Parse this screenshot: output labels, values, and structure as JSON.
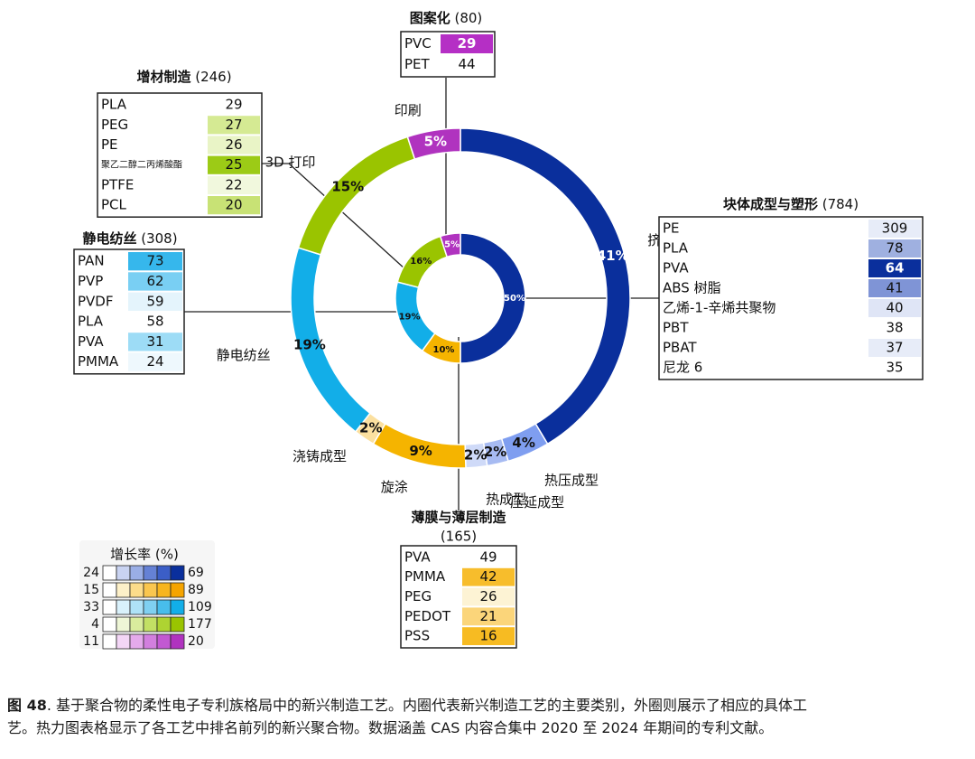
{
  "chart_data": {
    "type": "pie",
    "inner": [
      {
        "label": "块体成型与塑形",
        "value": 50,
        "pct": "50%",
        "color": "#0a2f9c"
      },
      {
        "label": "薄膜与薄层制造",
        "value": 10,
        "pct": "10%",
        "color": "#f5b400"
      },
      {
        "label": "静电纺丝",
        "value": 19,
        "pct": "19%",
        "color": "#12aee8"
      },
      {
        "label": "增材制造",
        "value": 16,
        "pct": "16%",
        "color": "#9ac400"
      },
      {
        "label": "图案化",
        "value": 5,
        "pct": "5%",
        "color": "#b033bf"
      }
    ],
    "outer": [
      {
        "label": "挤出成型",
        "value": 41,
        "pct": "41%",
        "color": "#0a2f9c"
      },
      {
        "label": "热压成型",
        "value": 4,
        "pct": "4%",
        "color": "#7f9ef0"
      },
      {
        "label": "压延成型",
        "value": 2,
        "pct": "2%",
        "color": "#a7bbf2"
      },
      {
        "label": "热成型",
        "value": 2,
        "pct": "2%",
        "color": "#cfdaf8"
      },
      {
        "label": "旋涂",
        "value": 9,
        "pct": "9%",
        "color": "#f5b400"
      },
      {
        "label": "浇铸成型",
        "value": 2,
        "pct": "2%",
        "color": "#fbe0a0"
      },
      {
        "label": "静电纺丝",
        "value": 19,
        "pct": "19%",
        "color": "#12aee8"
      },
      {
        "label": "3D 打印",
        "value": 15,
        "pct": "15%",
        "color": "#9ac400"
      },
      {
        "label": "印刷",
        "value": 5,
        "pct": "5%",
        "color": "#b033bf"
      }
    ],
    "tables": [
      {
        "id": "patterning",
        "title": "图案化",
        "count": "(80)",
        "rows": [
          {
            "name": "PVC",
            "value": "29",
            "bg": "#b52fc5",
            "fg": "#ffffff"
          },
          {
            "name": "PET",
            "value": "44",
            "bg": "#ffffff",
            "fg": "#111111"
          }
        ]
      },
      {
        "id": "additive",
        "title": "增材制造",
        "count": "(246)",
        "rows": [
          {
            "name": "PLA",
            "value": "29",
            "bg": "#ffffff",
            "fg": "#111111"
          },
          {
            "name": "PEG",
            "value": "27",
            "bg": "#d5ea93",
            "fg": "#111111"
          },
          {
            "name": "PE",
            "value": "26",
            "bg": "#e9f4c6",
            "fg": "#111111"
          },
          {
            "name": "聚乙二醇二丙烯酸酯",
            "value": "25",
            "bg": "#9ccb16",
            "fg": "#111111"
          },
          {
            "name": "PTFE",
            "value": "22",
            "bg": "#f1f8dd",
            "fg": "#111111"
          },
          {
            "name": "PCL",
            "value": "20",
            "bg": "#c8e275",
            "fg": "#111111"
          }
        ]
      },
      {
        "id": "electrospin",
        "title": "静电纺丝",
        "count": "(308)",
        "rows": [
          {
            "name": "PAN",
            "value": "73",
            "bg": "#36b7ec",
            "fg": "#111111"
          },
          {
            "name": "PVP",
            "value": "62",
            "bg": "#79cff3",
            "fg": "#111111"
          },
          {
            "name": "PVDF",
            "value": "59",
            "bg": "#e4f4fc",
            "fg": "#111111"
          },
          {
            "name": "PLA",
            "value": "58",
            "bg": "#ffffff",
            "fg": "#111111"
          },
          {
            "name": "PVA",
            "value": "31",
            "bg": "#9ddcf6",
            "fg": "#111111"
          },
          {
            "name": "PMMA",
            "value": "24",
            "bg": "#eef8fd",
            "fg": "#111111"
          }
        ]
      },
      {
        "id": "bulk",
        "title": "块体成型与塑形",
        "count": "(784)",
        "rows": [
          {
            "name": "PE",
            "value": "309",
            "bg": "#e7ecf8",
            "fg": "#111111"
          },
          {
            "name": "PLA",
            "value": "78",
            "bg": "#9fb0e0",
            "fg": "#111111"
          },
          {
            "name": "PVA",
            "value": "64",
            "bg": "#0a2f9c",
            "fg": "#ffffff"
          },
          {
            "name": "ABS 树脂",
            "value": "41",
            "bg": "#7f94d6",
            "fg": "#111111"
          },
          {
            "name": "乙烯-1-辛烯共聚物",
            "value": "40",
            "bg": "#dfe5f6",
            "fg": "#111111"
          },
          {
            "name": "PBT",
            "value": "38",
            "bg": "#ffffff",
            "fg": "#111111"
          },
          {
            "name": "PBAT",
            "value": "37",
            "bg": "#e7ecf8",
            "fg": "#111111"
          },
          {
            "name": "尼龙 6",
            "value": "35",
            "bg": "#ffffff",
            "fg": "#111111"
          }
        ]
      },
      {
        "id": "film",
        "title": "薄膜与薄层制造",
        "count": "(165)",
        "rows": [
          {
            "name": "PVA",
            "value": "49",
            "bg": "#ffffff",
            "fg": "#111111"
          },
          {
            "name": "PMMA",
            "value": "42",
            "bg": "#f7bd2c",
            "fg": "#111111"
          },
          {
            "name": "PEG",
            "value": "26",
            "bg": "#fdf3d4",
            "fg": "#111111"
          },
          {
            "name": "PEDOT",
            "value": "21",
            "bg": "#fbd57a",
            "fg": "#111111"
          },
          {
            "name": "PSS",
            "value": "16",
            "bg": "#f7bb22",
            "fg": "#111111"
          }
        ]
      }
    ],
    "legend": {
      "title": "增长率 (%)",
      "rows": [
        {
          "min": "24",
          "max": "69",
          "colors": [
            "#ffffff",
            "#c9d3f1",
            "#9aaee6",
            "#6581d5",
            "#3b5ec7",
            "#0a2f9c"
          ]
        },
        {
          "min": "15",
          "max": "89",
          "colors": [
            "#ffffff",
            "#fdf0c8",
            "#fcdc8a",
            "#fac64e",
            "#f7b51e",
            "#f5a400"
          ]
        },
        {
          "min": "33",
          "max": "109",
          "colors": [
            "#ffffff",
            "#d9f1fb",
            "#aee2f7",
            "#7fd0f1",
            "#48bdeb",
            "#12aee8"
          ]
        },
        {
          "min": "4",
          "max": "177",
          "colors": [
            "#ffffff",
            "#eef6d6",
            "#d9ec9d",
            "#c2e064",
            "#aed332",
            "#9ac400"
          ]
        },
        {
          "min": "11",
          "max": "20",
          "colors": [
            "#ffffff",
            "#f3d6f6",
            "#e4aaeb",
            "#d27fde",
            "#c259d2",
            "#b033bf"
          ]
        }
      ]
    }
  },
  "caption": {
    "label": "图 48",
    "line1": ". 基于聚合物的柔性电子专利族格局中的新兴制造工艺。内圈代表新兴制造工艺的主要类别，外圈则展示了相应的具体工",
    "line2": "艺。热力图表格显示了各工艺中排名前列的新兴聚合物。数据涵盖 CAS 内容合集中 2020 至 2024 年期间的专利文献。"
  }
}
